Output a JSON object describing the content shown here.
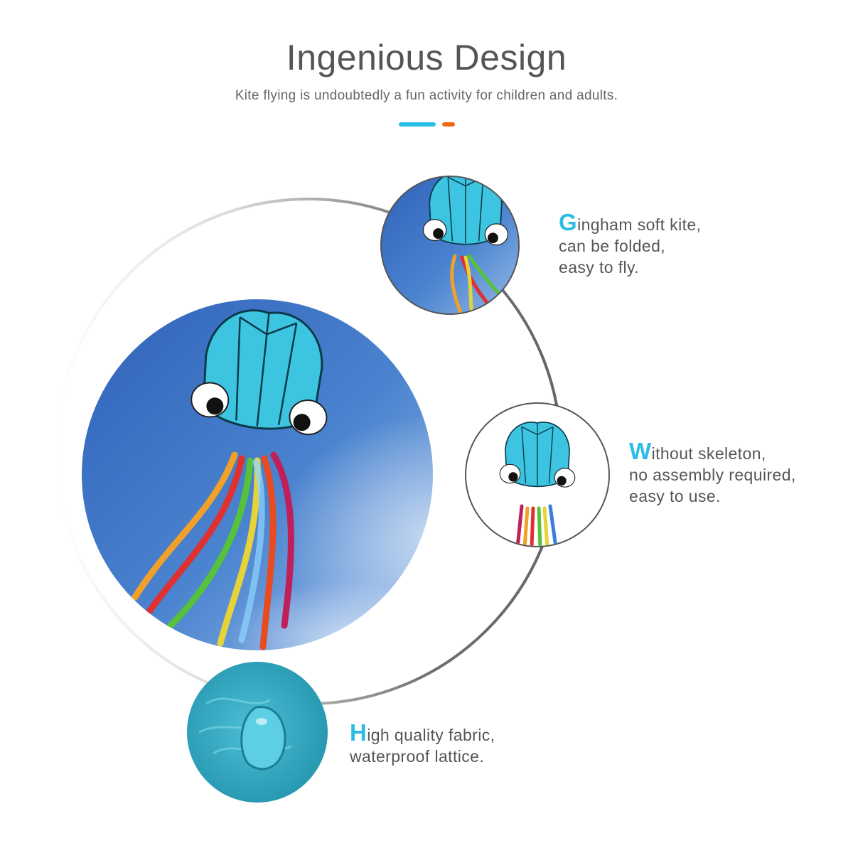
{
  "header": {
    "title": "Ingenious Design",
    "subtitle": "Kite flying is undoubtedly a fun activity for children and adults."
  },
  "colors": {
    "accent_blue": "#2bbde6",
    "accent_orange": "#ee6a12",
    "text": "#555555",
    "kite": "#37c3dd",
    "sky": "#3a6fc0"
  },
  "images": {
    "main": "octopus-kite-photo",
    "detail_1": "octopus-kite-closeup",
    "detail_2": "octopus-kite-front",
    "detail_3": "fabric-water-drop"
  },
  "features": [
    {
      "initial": "G",
      "rest": "ingham soft kite,",
      "lines": [
        "can be folded,",
        "easy to fly."
      ]
    },
    {
      "initial": "W",
      "rest": "ithout skeleton,",
      "lines": [
        "no assembly required,",
        "easy to use."
      ]
    },
    {
      "initial": "H",
      "rest": "igh quality fabric,",
      "lines": [
        "waterproof lattice."
      ]
    }
  ]
}
